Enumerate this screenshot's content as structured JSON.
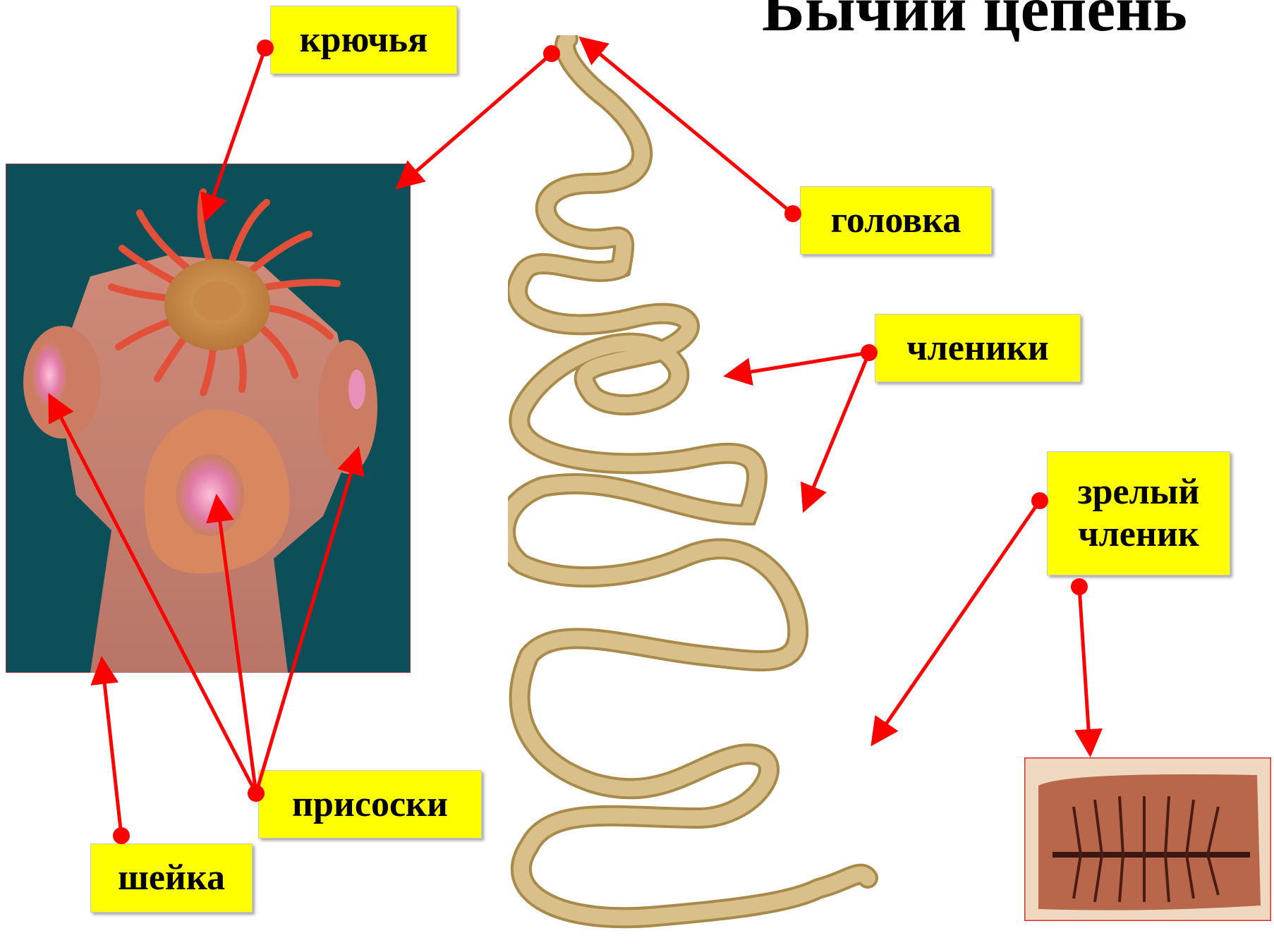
{
  "title": "Бычий цепень",
  "labels": {
    "hooks": "крючья",
    "head": "головка",
    "segments": "членики",
    "mature_segment": "зрелый\nчленик",
    "suckers": "присоски",
    "neck": "шейка"
  },
  "colors": {
    "arrow": "#ff0000",
    "label_bg": "#ffff00",
    "scolex_bg": "#0d4f59",
    "worm": "#c9ab6a"
  },
  "icons": {
    "scolex_image": "tapeworm-scolex-micrograph",
    "worm_image": "tapeworm-body-drawing",
    "segment_image": "mature-proglottid-photo"
  }
}
